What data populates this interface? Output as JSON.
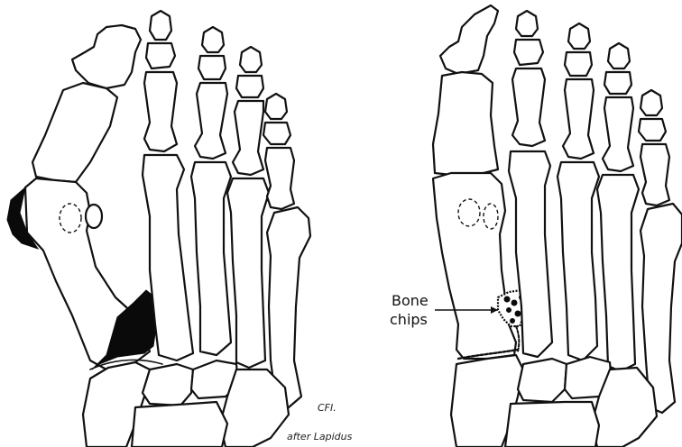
{
  "figure": {
    "label_bone_chips_line1": "Bone",
    "label_bone_chips_line2": "chips",
    "initials": "CFI.",
    "credit": "after Lapidus"
  },
  "colors": {
    "background": "#ffffff",
    "ink": "#111111",
    "shaded_bone": "#0a0a0a"
  }
}
